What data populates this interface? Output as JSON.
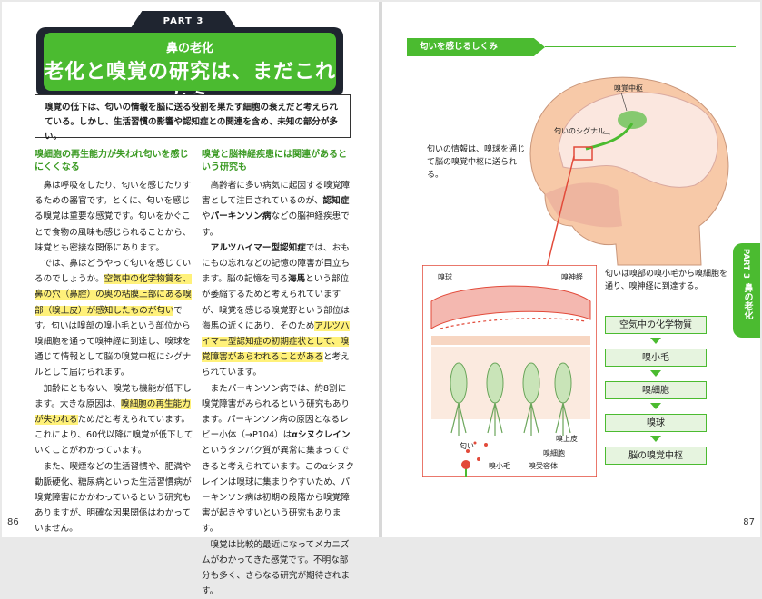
{
  "header": {
    "part": "PART 3",
    "subtitle": "鼻の老化",
    "title": "老化と嗅覚の研究は、まだこれから",
    "lead": "嗅覚の低下は、匂いの情報を脳に送る役割を果たす細胞の衰えだと考えられている。しかし、生活習慣の影響や認知症との関連を含め、未知の部分が多い。"
  },
  "col1": {
    "heading": "嗅細胞の再生能力が失われ匂いを感じにくくなる",
    "p1": "鼻は呼吸をしたり、匂いを感じたりするための器官です。とくに、匂いを感じる嗅覚は重要な感覚です。匂いをかぐことで食物の風味も感じられることから、味覚とも密接な関係にあります。",
    "p2a": "では、鼻はどうやって匂いを感じているのでしょうか。",
    "p2hl": "空気中の化学物質を、鼻の穴（鼻腔）の奥の粘膜上部にある嗅部（嗅上皮）が感知したものが匂い",
    "p2b": "です。匂いは嗅部の嗅小毛という部位から嗅細胞を通って嗅神経に到達し、嗅球を通じて情報として脳の嗅覚中枢にシグナルとして届けられます。",
    "p3a": "加齢にともない、嗅覚も機能が低下します。大きな原因は、",
    "p3hl": "嗅細胞の再生能力が失われる",
    "p3b": "ためだと考えられています。これにより、60代以降に嗅覚が低下していくことがわかっています。",
    "p4": "また、喫煙などの生活習慣や、肥満や動脈硬化、糖尿病といった生活習慣病が嗅覚障害にかかわっているという研究もありますが、明確な因果関係はわかっていません。"
  },
  "col2": {
    "heading": "嗅覚と脳神経疾患には関連があるという研究も",
    "p1a": "高齢者に多い病気に起因する嗅覚障害として注目されているのが、",
    "p1b1": "認知症",
    "p1c": "や",
    "p1b2": "パーキンソン病",
    "p1d": "などの脳神経疾患です。",
    "p2a": "アルツハイマー型認知症",
    "p2b": "では、おもにもの忘れなどの記憶の障害が目立ちます。脳の記憶を司る",
    "p2c": "海馬",
    "p2d": "という部位が萎縮するためと考えられていますが、嗅覚を感じる嗅覚野という部位は海馬の近くにあり、そのため",
    "p2hl": "アルツハイマー型認知症の初期症状として、嗅覚障害があらわれることがある",
    "p2e": "と考えられています。",
    "p3a": "またパーキンソン病では、約8割に嗅覚障害がみられるという研究もあります。パーキンソン病の原因となるレビー小体（→P104）は",
    "p3b": "αシヌクレイン",
    "p3c": "というタンパク質が異常に集まってできると考えられています。このαシヌクレインは嗅球に集まりやすいため、パーキンソン病は初期の段階から嗅覚障害が起きやすいという研究もあります。",
    "p4": "嗅覚は比較的最近になってメカニズムがわかってきた感覚です。不明な部分も多く、さらなる研究が期待されます。"
  },
  "page_numbers": {
    "left": "86",
    "right": "87"
  },
  "diagram": {
    "tab": "匂いを感じるしくみ",
    "caption1": "匂いの情報は、嗅球を通じて脳の嗅覚中枢に送られる。",
    "label_center": "嗅覚中枢",
    "label_signal": "匂いのシグナル",
    "label_bulb": "嗅球",
    "label_nerve": "嗅神経",
    "label_epithelium": "嗅上皮",
    "label_cell": "嗅細胞",
    "label_cilia": "嗅小毛",
    "label_receptor": "嗅受容体",
    "label_smell": "匂い",
    "caption2": "匂いは嗅部の嗅小毛から嗅細胞を通り、嗅神経に到達する。",
    "flow": [
      "空気中の化学物質",
      "嗅小毛",
      "嗅細胞",
      "嗅球",
      "脳の嗅覚中枢"
    ]
  },
  "side_tab": {
    "part": "PART 3",
    "chapter": "鼻の老化"
  },
  "colors": {
    "green": "#4bbb30",
    "dark": "#1f2530",
    "highlight": "#fff17a",
    "skin": "#f7c9a8",
    "red": "#e24a3a"
  }
}
